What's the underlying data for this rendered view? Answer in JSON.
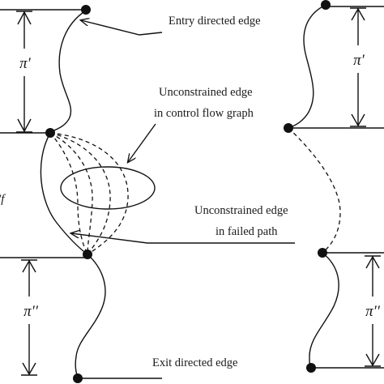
{
  "labels": {
    "entry_edge": "Entry directed edge",
    "unconstrained_cfg_line1": "Unconstrained edge",
    "unconstrained_cfg_line2": "in control flow graph",
    "unconstrained_failed_line1": "Unconstrained edge",
    "unconstrained_failed_line2": "in failed path",
    "exit_edge": "Exit directed edge"
  },
  "symbols": {
    "pi_prime_left": "π′",
    "pi_prime_right": "π′",
    "pi_double_prime_left": "π′′",
    "pi_double_prime_right": "π′′",
    "edge_symbol_partial": "′f"
  }
}
